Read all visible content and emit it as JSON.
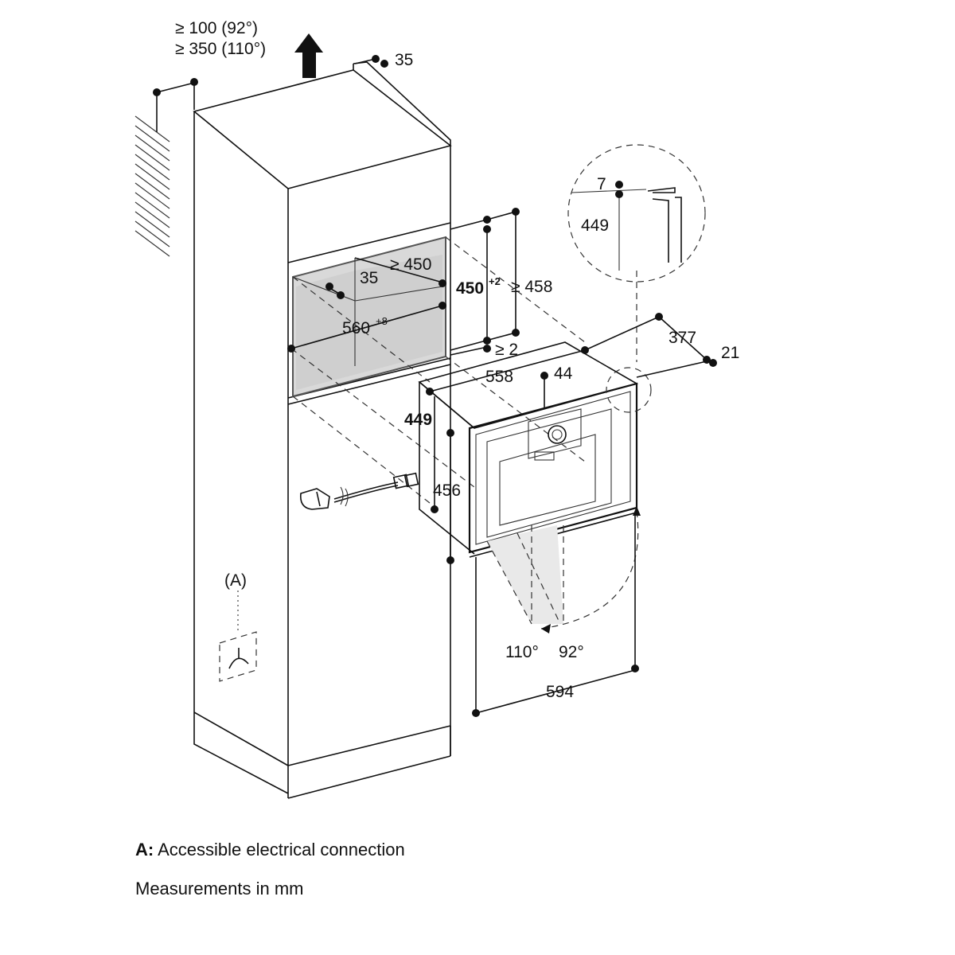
{
  "dimensions": {
    "top_clearance_92": "≥ 100 (92°)",
    "top_clearance_110": "≥ 350 (110°)",
    "top_depth": "35",
    "niche_depth_min": "≥ 450",
    "niche_inset": "35",
    "niche_height": "450",
    "niche_height_tol": "+2",
    "niche_height_alt": "≥ 458",
    "niche_width": "560",
    "niche_width_tol": "+8",
    "gap_below": "≥ 2",
    "appliance_depth": "377",
    "front_thickness": "21",
    "appliance_width_body": "558",
    "front_offset": "44",
    "appliance_height_body": "449",
    "appliance_height_front": "456",
    "door_angle_110": "110°",
    "door_angle_92": "92°",
    "appliance_width_front": "594",
    "detail_gap": "7",
    "detail_height": "449",
    "marker_a": "(A)"
  },
  "legend": {
    "a_key": "A:",
    "a_text": "Accessible electrical connection",
    "units": "Measurements in mm"
  }
}
